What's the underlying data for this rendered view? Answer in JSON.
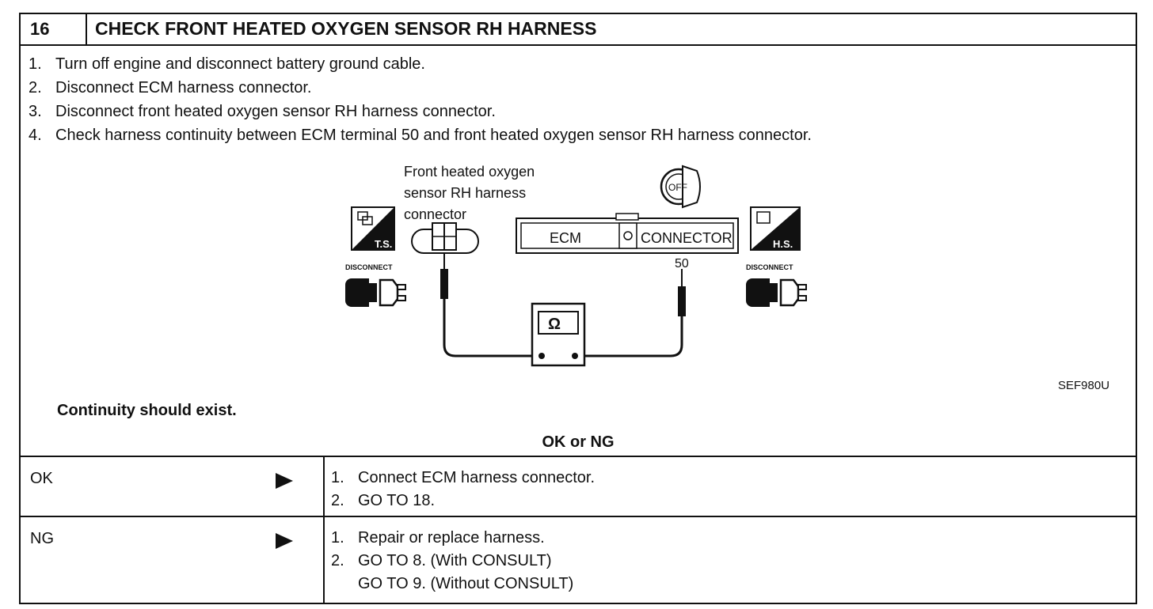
{
  "header": {
    "number": "16",
    "title": "CHECK FRONT HEATED OXYGEN SENSOR RH HARNESS"
  },
  "steps": [
    {
      "num": "1.",
      "text": "Turn off engine and disconnect battery ground cable."
    },
    {
      "num": "2.",
      "text": "Disconnect ECM harness connector."
    },
    {
      "num": "3.",
      "text": "Disconnect front heated oxygen sensor RH harness connector."
    },
    {
      "num": "4.",
      "text": "Check harness continuity between ECM terminal 50 and front heated oxygen sensor RH harness connector."
    }
  ],
  "diagram": {
    "sensor_label": [
      "Front heated oxygen",
      "sensor RH harness",
      "connector"
    ],
    "ts_label": "T.S.",
    "hs_label": "H.S.",
    "disconnect_label": "DISCONNECT",
    "ecm_label": "ECM",
    "connector_label": "CONNECTOR",
    "terminal": "50",
    "off_label": "OFF",
    "ohm_symbol": "Ω",
    "ref_code": "SEF980U"
  },
  "result": {
    "spec": "Continuity should exist.",
    "question": "OK or NG"
  },
  "outcomes": [
    {
      "label": "OK",
      "actions": [
        {
          "num": "1.",
          "text": "Connect ECM harness connector."
        },
        {
          "num": "2.",
          "text": "GO TO 18."
        }
      ]
    },
    {
      "label": "NG",
      "actions": [
        {
          "num": "1.",
          "text": "Repair or replace harness."
        },
        {
          "num": "2.",
          "text": "GO TO 8. (With CONSULT)"
        },
        {
          "num": "",
          "text": "GO TO 9. (Without CONSULT)"
        }
      ]
    }
  ]
}
